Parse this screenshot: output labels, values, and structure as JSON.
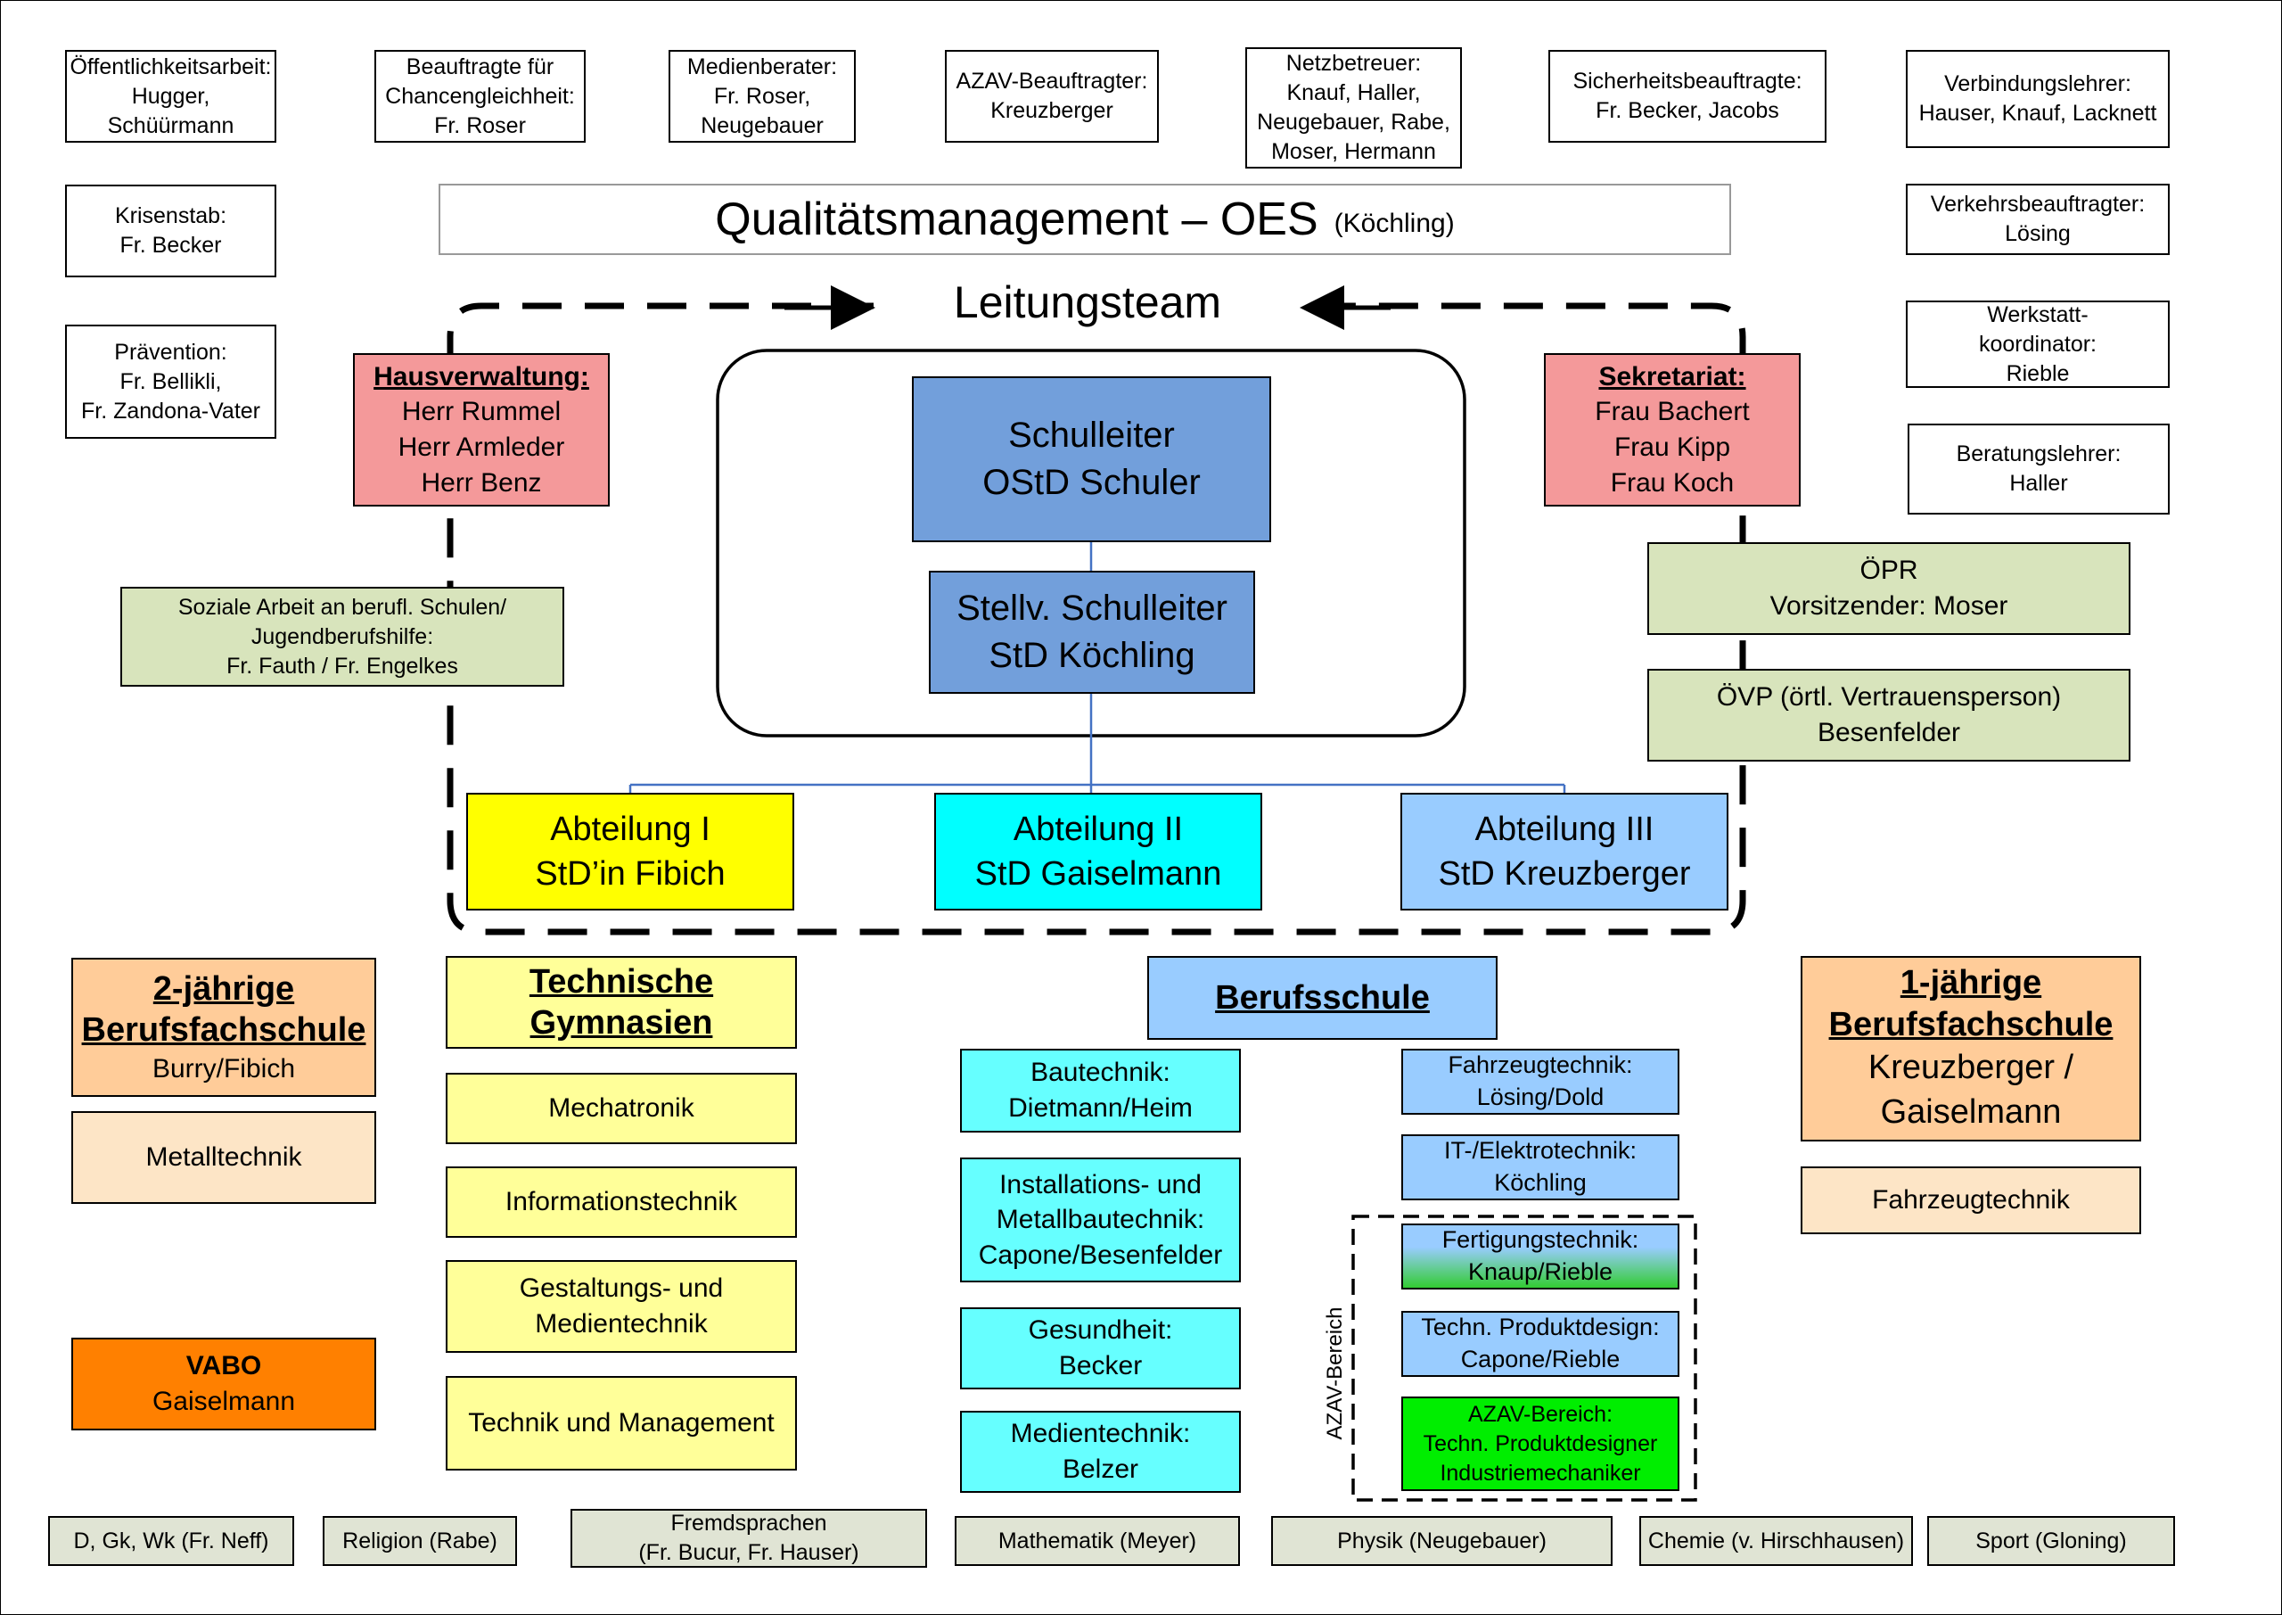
{
  "quality": {
    "title": "Qualitätsmanagement – OES",
    "subtitle": "(Köchling)"
  },
  "leitungsteam_label": "Leitungsteam",
  "azav_vertical_label": "AZAV-Bereich",
  "colors": {
    "blue_leadership": "#729fdb",
    "red_admin": "#f4999a",
    "green_gray": "#d8e4bc",
    "yellow": "#ffff00",
    "cyan": "#00ffff",
    "light_blue": "#99ccff",
    "light_yellow": "#ffff99",
    "light_cyan": "#66ffff",
    "peach": "#ffcc99",
    "light_peach": "#fde5c6",
    "orange": "#ff8000",
    "green": "#00ee00",
    "subject_gray": "#e0e4d4"
  },
  "boxes": [
    {
      "id": "oeffentlichkeit",
      "lines": [
        "Öffentlichkeitsarbeit:",
        "Hugger,",
        "Schüürmann"
      ],
      "bg": "#ffffff",
      "size": "s25"
    },
    {
      "id": "chancengleichheit",
      "lines": [
        "Beauftragte für",
        "Chancengleichheit:",
        "Fr. Roser"
      ],
      "bg": "#ffffff",
      "size": "s25"
    },
    {
      "id": "medienberater",
      "lines": [
        "Medienberater:",
        "Fr. Roser,",
        "Neugebauer"
      ],
      "bg": "#ffffff",
      "size": "s25"
    },
    {
      "id": "azav-beauftragter",
      "lines": [
        "AZAV-Beauftragter:",
        "Kreuzberger"
      ],
      "bg": "#ffffff",
      "size": "s25"
    },
    {
      "id": "netzbetreuer",
      "lines": [
        "Netzbetreuer:",
        "Knauf, Haller,",
        "Neugebauer, Rabe,",
        "Moser, Hermann"
      ],
      "bg": "#ffffff",
      "size": "s25"
    },
    {
      "id": "sicherheit",
      "lines": [
        "Sicherheitsbeauftragte:",
        "Fr. Becker, Jacobs"
      ],
      "bg": "#ffffff",
      "size": "s25"
    },
    {
      "id": "verbindungslehrer",
      "lines": [
        "Verbindungslehrer:",
        "Hauser, Knauf, Lacknett"
      ],
      "bg": "#ffffff",
      "size": "s25"
    },
    {
      "id": "krisenstab",
      "lines": [
        "Krisenstab:",
        "Fr. Becker"
      ],
      "bg": "#ffffff",
      "size": "s25"
    },
    {
      "id": "verkehr",
      "lines": [
        "Verkehrsbeauftragter:",
        "Lösing"
      ],
      "bg": "#ffffff",
      "size": "s25"
    },
    {
      "id": "praevention",
      "lines": [
        "Prävention:",
        "Fr. Bellikli,",
        "Fr. Zandona-Vater"
      ],
      "bg": "#ffffff",
      "size": "s25"
    },
    {
      "id": "werkstatt",
      "lines": [
        "Werkstatt-",
        "koordinator:",
        "Rieble"
      ],
      "bg": "#ffffff",
      "size": "s25"
    },
    {
      "id": "beratung",
      "lines": [
        "Beratungslehrer:",
        "Haller"
      ],
      "bg": "#ffffff",
      "size": "s25"
    },
    {
      "id": "hausverwaltung",
      "heading": "Hausverwaltung:",
      "lines": [
        "Herr Rummel",
        "Herr Armleder",
        "Herr Benz"
      ],
      "bg": "#f4999a",
      "size": "s30"
    },
    {
      "id": "sekretariat",
      "heading": "Sekretariat:",
      "lines": [
        "Frau Bachert",
        "Frau Kipp",
        "Frau Koch"
      ],
      "bg": "#f4999a",
      "size": "s30"
    },
    {
      "id": "schulleiter",
      "lines": [
        "Schulleiter",
        "OStD Schuler"
      ],
      "bg": "#729fdb",
      "size": "s40"
    },
    {
      "id": "stellv-schulleiter",
      "lines": [
        "Stellv. Schulleiter",
        "StD Köchling"
      ],
      "bg": "#729fdb",
      "size": "s40"
    },
    {
      "id": "soziale-arbeit",
      "lines": [
        "Soziale Arbeit an berufl. Schulen/",
        "Jugendberufshilfe:",
        "Fr. Fauth / Fr. Engelkes"
      ],
      "bg": "#d8e4bc",
      "size": "s25"
    },
    {
      "id": "oepr",
      "lines": [
        "ÖPR",
        "Vorsitzender: Moser"
      ],
      "bg": "#d8e4bc",
      "size": "s30"
    },
    {
      "id": "oevp",
      "lines": [
        "ÖVP (örtl. Vertrauensperson)",
        "Besenfelder"
      ],
      "bg": "#d8e4bc",
      "size": "s30"
    },
    {
      "id": "abteilung-1",
      "lines": [
        "Abteilung I",
        "StD’in Fibich"
      ],
      "bg": "#ffff00",
      "size": "s38"
    },
    {
      "id": "abteilung-2",
      "lines": [
        "Abteilung II",
        "StD Gaiselmann"
      ],
      "bg": "#00ffff",
      "size": "s38"
    },
    {
      "id": "abteilung-3",
      "lines": [
        "Abteilung III",
        "StD Kreuzberger"
      ],
      "bg": "#99ccff",
      "size": "s38"
    },
    {
      "id": "bfs-2",
      "heading": "2-jährige\nBerufsfachschule",
      "lines": [
        "Burry/Fibich"
      ],
      "bg": "#ffcc99",
      "size": "s30",
      "headsize": "bold38"
    },
    {
      "id": "metalltechnik",
      "lines": [
        "Metalltechnik"
      ],
      "bg": "#fde5c6",
      "size": "s30"
    },
    {
      "id": "vabo",
      "heading_plain": "VABO",
      "lines": [
        "Gaiselmann"
      ],
      "bg": "#ff8000",
      "size": "s30"
    },
    {
      "id": "technische-gymnasien",
      "heading": "Technische\nGymnasien",
      "lines": [],
      "bg": "#ffff99",
      "size": "s30",
      "headsize": "bold38"
    },
    {
      "id": "mechatronik",
      "lines": [
        "Mechatronik"
      ],
      "bg": "#ffff99",
      "size": "s30"
    },
    {
      "id": "informationstechnik",
      "lines": [
        "Informationstechnik"
      ],
      "bg": "#ffff99",
      "size": "s30"
    },
    {
      "id": "gestaltung",
      "lines": [
        "Gestaltungs- und",
        "Medientechnik"
      ],
      "bg": "#ffff99",
      "size": "s30"
    },
    {
      "id": "technik-management",
      "lines": [
        "Technik und Management"
      ],
      "bg": "#ffff99",
      "size": "s30"
    },
    {
      "id": "berufsschule",
      "heading": "Berufsschule",
      "lines": [],
      "bg": "#99ccff",
      "size": "s30",
      "headsize": "bold38"
    },
    {
      "id": "bautechnik",
      "lines": [
        "Bautechnik:",
        "Dietmann/Heim"
      ],
      "bg": "#66ffff",
      "size": "s30"
    },
    {
      "id": "installation",
      "lines": [
        "Installations- und",
        "Metallbautechnik:",
        "Capone/Besenfelder"
      ],
      "bg": "#66ffff",
      "size": "s30"
    },
    {
      "id": "gesundheit",
      "lines": [
        "Gesundheit:",
        "Becker"
      ],
      "bg": "#66ffff",
      "size": "s30"
    },
    {
      "id": "medientechnik",
      "lines": [
        "Medientechnik:",
        "Belzer"
      ],
      "bg": "#66ffff",
      "size": "s30"
    },
    {
      "id": "fahrzeugtechnik-bs",
      "lines": [
        "Fahrzeugtechnik:",
        "Lösing/Dold"
      ],
      "bg": "#99ccff",
      "size": "s27"
    },
    {
      "id": "it-elektro",
      "lines": [
        "IT-/Elektrotechnik:",
        "Köchling"
      ],
      "bg": "#99ccff",
      "size": "s27"
    },
    {
      "id": "fertigungstechnik",
      "lines": [
        "Fertigungstechnik:",
        "Knaup/Rieble"
      ],
      "bg": "gradient",
      "size": "s27"
    },
    {
      "id": "produktdesign",
      "lines": [
        "Techn. Produktdesign:",
        "Capone/Rieble"
      ],
      "bg": "#99ccff",
      "size": "s27"
    },
    {
      "id": "azav-bereich",
      "lines": [
        "AZAV-Bereich:",
        "Techn. Produktdesigner",
        "Industriemechaniker"
      ],
      "bg": "#00ee00",
      "size": "s25"
    },
    {
      "id": "bfs-1",
      "heading": "1-jährige\nBerufsfachschule",
      "lines": [
        "Kreuzberger /",
        "Gaiselmann"
      ],
      "bg": "#ffcc99",
      "size": "s38",
      "headsize": "bold38"
    },
    {
      "id": "fahrzeugtechnik-bfs",
      "lines": [
        "Fahrzeugtechnik"
      ],
      "bg": "#fde5c6",
      "size": "s30"
    },
    {
      "id": "subj-dgkwk",
      "lines": [
        "D, Gk, Wk   (Fr. Neff)"
      ],
      "bg": "#e0e4d4",
      "size": "s25"
    },
    {
      "id": "subj-religion",
      "lines": [
        "Religion  (Rabe)"
      ],
      "bg": "#e0e4d4",
      "size": "s25"
    },
    {
      "id": "subj-fremdsprachen",
      "lines": [
        "Fremdsprachen",
        "(Fr. Bucur, Fr. Hauser)"
      ],
      "bg": "#e0e4d4",
      "size": "s25"
    },
    {
      "id": "subj-mathematik",
      "lines": [
        "Mathematik (Meyer)"
      ],
      "bg": "#e0e4d4",
      "size": "s25"
    },
    {
      "id": "subj-physik",
      "lines": [
        "Physik (Neugebauer)"
      ],
      "bg": "#e0e4d4",
      "size": "s25"
    },
    {
      "id": "subj-chemie",
      "lines": [
        "Chemie (v. Hirschhausen)"
      ],
      "bg": "#e0e4d4",
      "size": "s25"
    },
    {
      "id": "subj-sport",
      "lines": [
        "Sport (Gloning)"
      ],
      "bg": "#e0e4d4",
      "size": "s25"
    }
  ]
}
